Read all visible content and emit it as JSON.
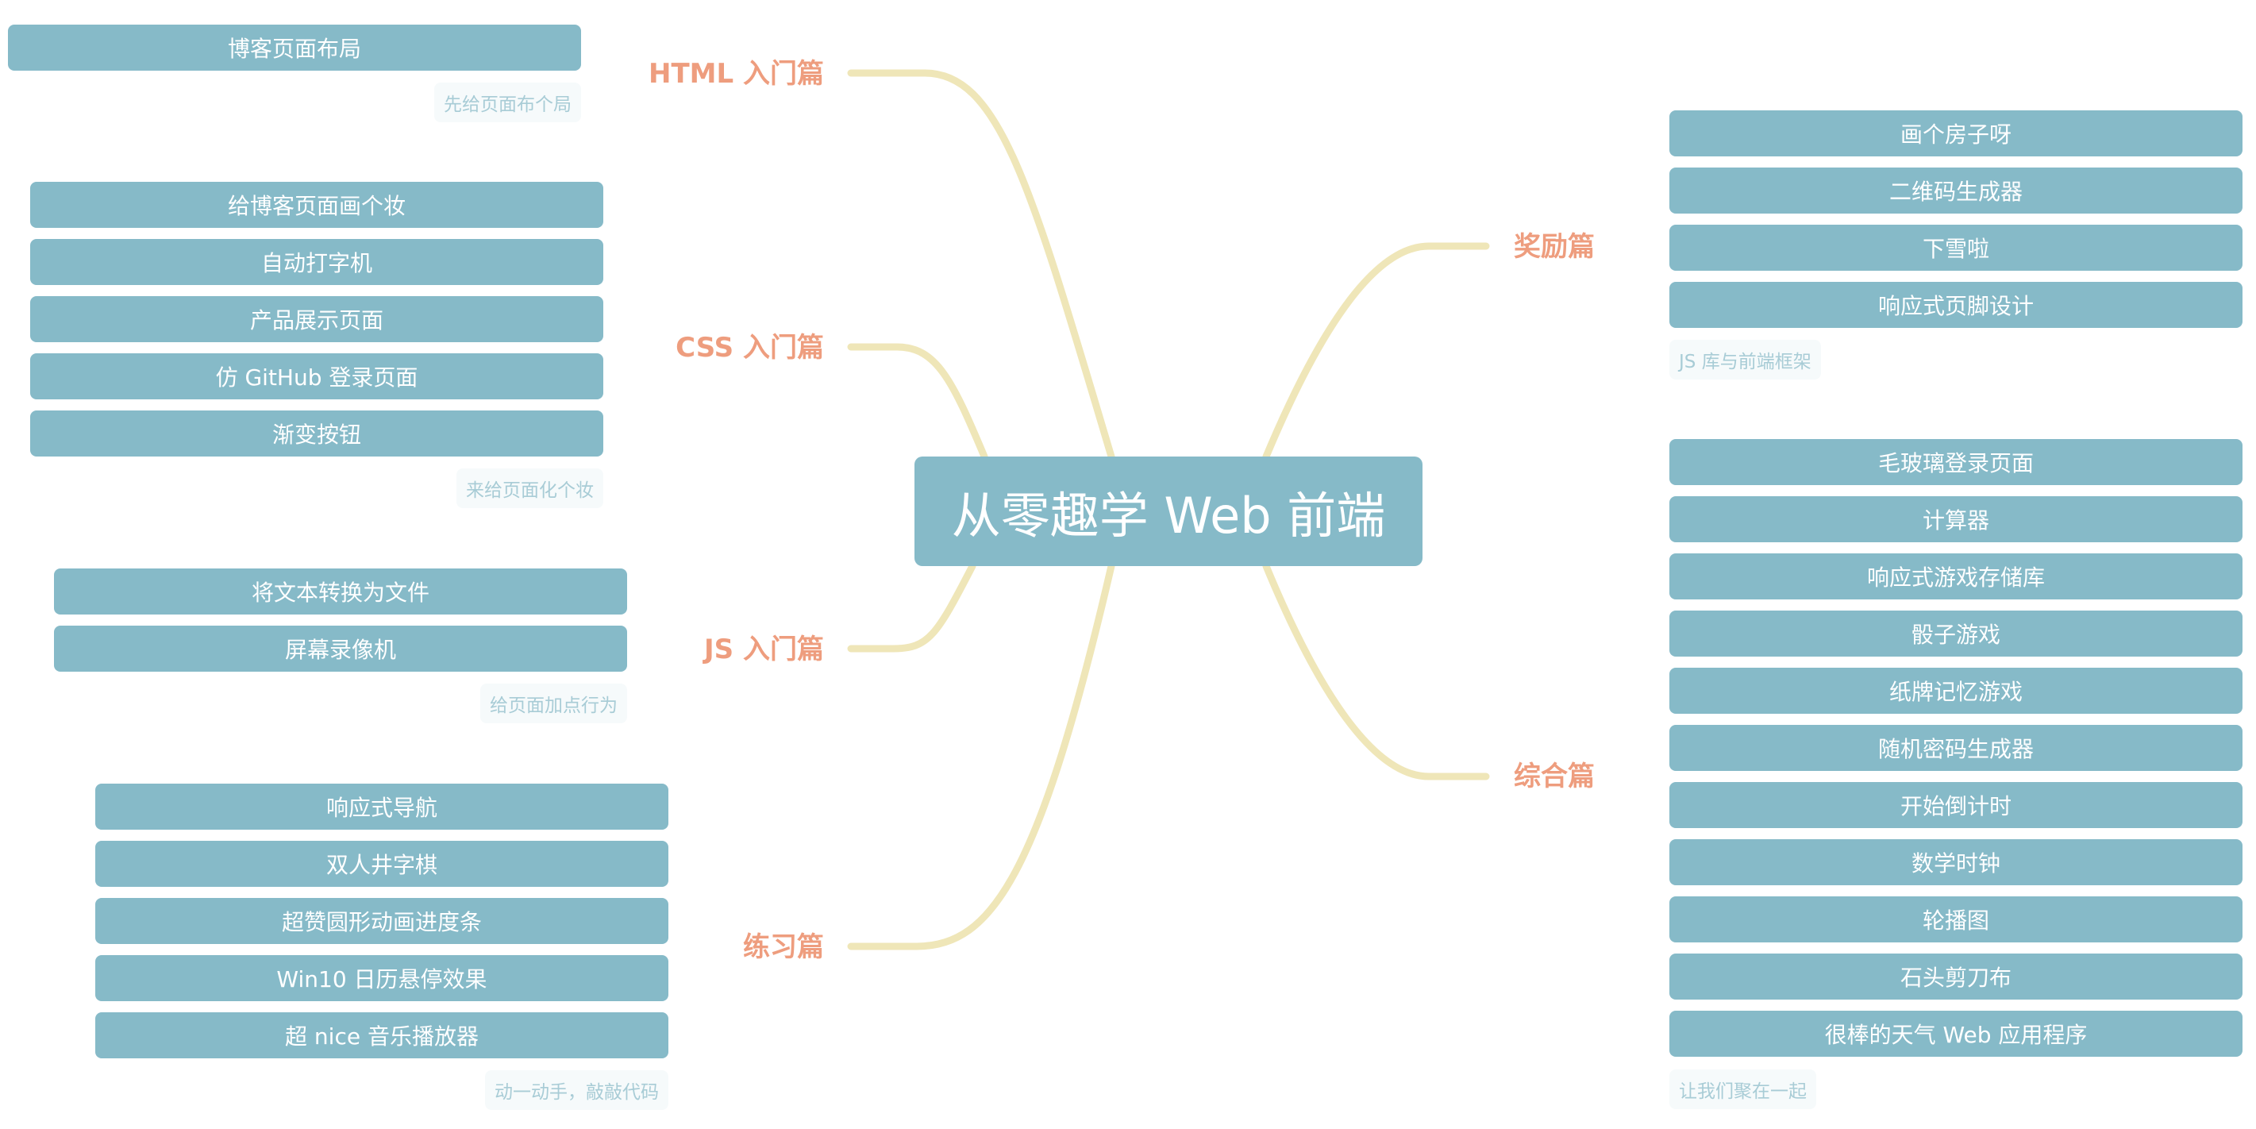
{
  "central": {
    "title": "从零趣学 Web 前端"
  },
  "colors": {
    "node": "#86bac8",
    "branch": "#ee9d7e",
    "line": "#efe6b8",
    "note_text": "#a8ccd6",
    "note_bg": "#f6fafb"
  },
  "branches": {
    "html": {
      "label": "HTML 入门篇",
      "items": [
        "博客页面布局"
      ],
      "note": "先给页面布个局"
    },
    "css": {
      "label": "CSS 入门篇",
      "items": [
        "给博客页面画个妆",
        "自动打字机",
        "产品展示页面",
        "仿 GitHub 登录页面",
        "渐变按钮"
      ],
      "note": "来给页面化个妆"
    },
    "js": {
      "label": "JS 入门篇",
      "items": [
        "将文本转换为文件",
        "屏幕录像机"
      ],
      "note": "给页面加点行为"
    },
    "practice": {
      "label": "练习篇",
      "items": [
        "响应式导航",
        "双人井字棋",
        "超赞圆形动画进度条",
        "Win10 日历悬停效果",
        "超 nice 音乐播放器"
      ],
      "note": "动一动手，敲敲代码"
    },
    "bonus": {
      "label": "奖励篇",
      "items": [
        "画个房子呀",
        "二维码生成器",
        "下雪啦",
        "响应式页脚设计"
      ],
      "note": "JS 库与前端框架"
    },
    "comprehensive": {
      "label": "综合篇",
      "items": [
        "毛玻璃登录页面",
        "计算器",
        "响应式游戏存储库",
        "骰子游戏",
        "纸牌记忆游戏",
        "随机密码生成器",
        "开始倒计时",
        "数学时钟",
        "轮播图",
        "石头剪刀布",
        "很棒的天气 Web 应用程序"
      ],
      "note": "让我们聚在一起"
    }
  }
}
